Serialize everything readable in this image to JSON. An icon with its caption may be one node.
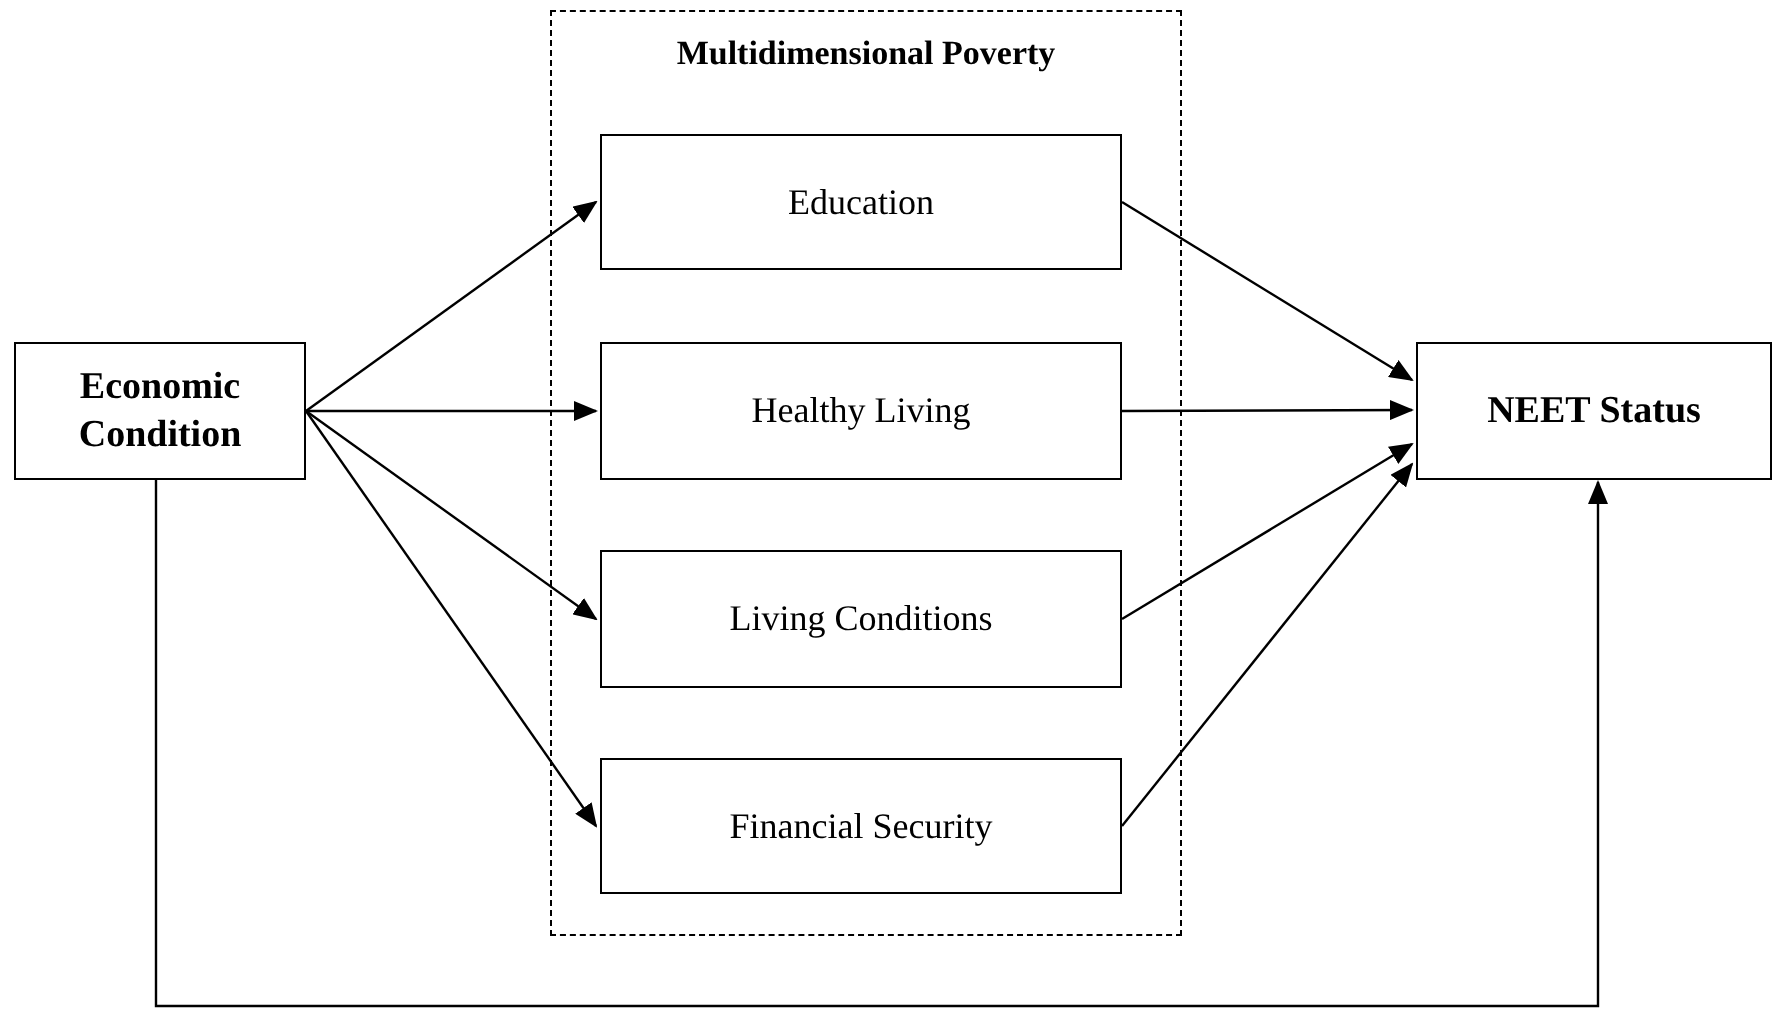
{
  "diagram": {
    "nodes": [
      {
        "text": [
          "Economic Condition"
        ]
      },
      {
        "text": [
          "Multidimensional Poverty"
        ]
      },
      {
        "text": [
          "Education"
        ],
        "in": 1
      },
      {
        "text": [
          "Healthy Living"
        ],
        "in": 1
      },
      {
        "text": [
          "Living Conditions"
        ],
        "in": 1
      },
      {
        "text": [
          "Financial Security"
        ],
        "in": 1
      },
      {
        "text": [
          "NEET Status"
        ]
      }
    ],
    "edges": [
      {
        "from": 0,
        "to": 2,
        "arrow": "to"
      },
      {
        "from": 0,
        "to": 3,
        "arrow": "to"
      },
      {
        "from": 0,
        "to": 4,
        "arrow": "to"
      },
      {
        "from": 0,
        "to": 5,
        "arrow": "to"
      },
      {
        "from": 2,
        "to": 6,
        "arrow": "to"
      },
      {
        "from": 3,
        "to": 6,
        "arrow": "to"
      },
      {
        "from": 4,
        "to": 6,
        "arrow": "to"
      },
      {
        "from": 5,
        "to": 6,
        "arrow": "to"
      },
      {
        "from": 0,
        "to": 6,
        "arrow": "to"
      }
    ]
  }
}
